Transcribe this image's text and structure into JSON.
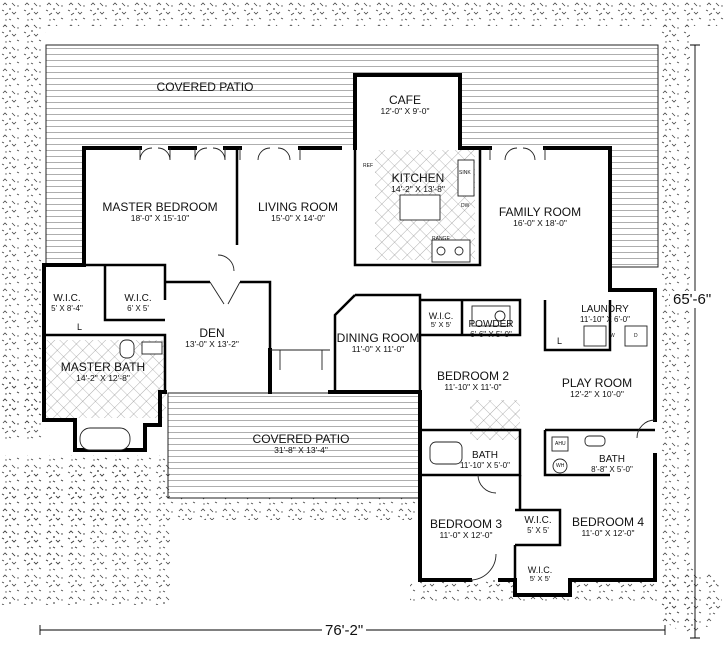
{
  "rooms": {
    "covered_patio_top": {
      "name": "COVERED PATIO",
      "dim": ""
    },
    "cafe": {
      "name": "CAFE",
      "dim": "12'-0\" X 9'-0\""
    },
    "master_bedroom": {
      "name": "MASTER BEDROOM",
      "dim": "18'-0\" X 15'-10\""
    },
    "living_room": {
      "name": "LIVING ROOM",
      "dim": "15'-0\" X 14'-0\""
    },
    "kitchen": {
      "name": "KITCHEN",
      "dim": "14'-2\" X 13'-8\""
    },
    "family_room": {
      "name": "FAMILY ROOM",
      "dim": "16'-0\" X 18'-0\""
    },
    "wic_master_1": {
      "name": "W.I.C.",
      "dim": "5' X 8'-4\""
    },
    "wic_master_2": {
      "name": "W.I.C.",
      "dim": "6' X 5'"
    },
    "den": {
      "name": "DEN",
      "dim": "13'-0\" X 13'-2\""
    },
    "dining_room": {
      "name": "DINING ROOM",
      "dim": "11'-0\" X 11'-0\""
    },
    "wic_hall": {
      "name": "W.I.C.",
      "dim": "5' X 5'"
    },
    "powder": {
      "name": "POWDER",
      "dim": "6'-6\" X 5'-0\""
    },
    "laundry": {
      "name": "LAUNDRY",
      "dim": "11'-10\" X 6'-0\""
    },
    "master_bath": {
      "name": "MASTER BATH",
      "dim": "14'-2\" X 12'-8\""
    },
    "bedroom_2": {
      "name": "BEDROOM 2",
      "dim": "11'-10\" X 11'-0\""
    },
    "play_room": {
      "name": "PLAY ROOM",
      "dim": "12'-2\" X 10'-0\""
    },
    "covered_patio_bottom": {
      "name": "COVERED PATIO",
      "dim": "31'-8\" X 13'-4\""
    },
    "bath_1": {
      "name": "BATH",
      "dim": "11'-10\" X 5'-0\""
    },
    "bath_2": {
      "name": "BATH",
      "dim": "8'-8\" X 5'-0\""
    },
    "bedroom_3": {
      "name": "BEDROOM 3",
      "dim": "11'-0\" X 12'-0\""
    },
    "wic_bed4": {
      "name": "W.I.C.",
      "dim": "5' X 5'"
    },
    "bedroom_4": {
      "name": "BEDROOM 4",
      "dim": "11'-0\" X 12'-0\""
    },
    "wic_bottom": {
      "name": "W.I.C.",
      "dim": "5' X 5'"
    }
  },
  "fixtures": {
    "ref": "REF",
    "sink": "SINK",
    "dw": "DW",
    "range": "RANGE",
    "linen": "L",
    "ahu": "AHU",
    "wh": "WH",
    "washer": "W",
    "dryer": "D"
  },
  "dimensions": {
    "overall_width": "76'-2\"",
    "overall_depth": "65'-6\""
  }
}
